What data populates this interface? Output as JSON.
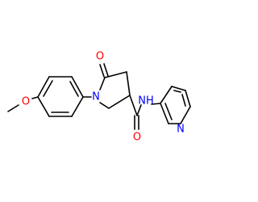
{
  "molecule": {
    "atoms": {
      "methoxy_oxygen": "O",
      "carbonyl_oxygen": "O",
      "ring_nitrogen": "N",
      "amide_nh": "NH",
      "amide_oxygen": "O",
      "pyridine_nitrogen": "N"
    }
  },
  "colors": {
    "bond": "#000000",
    "oxygen": "#ff0000",
    "nitrogen": "#0000ff"
  }
}
